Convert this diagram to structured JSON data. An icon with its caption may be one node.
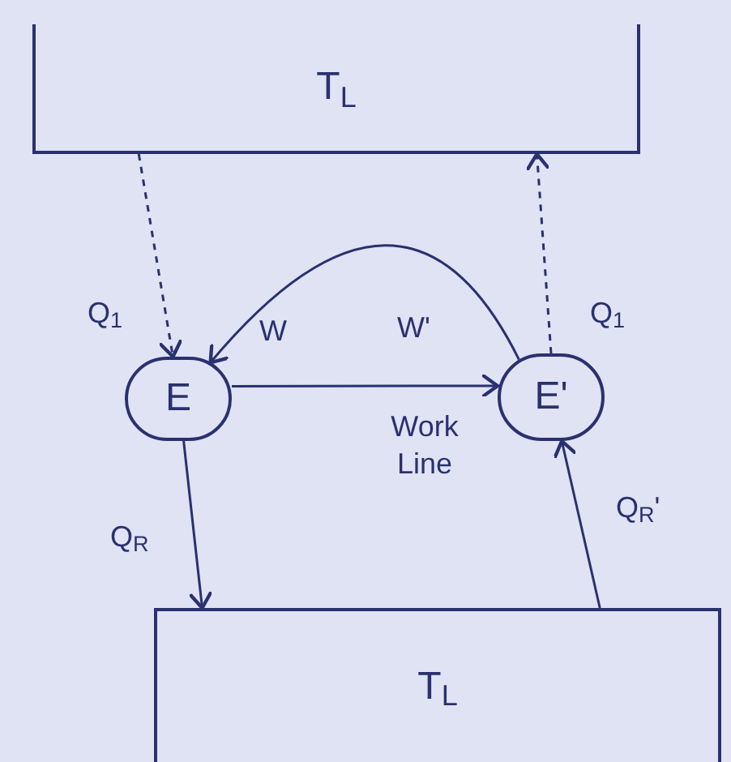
{
  "diagram": {
    "nodes": [
      {
        "text": [
          "T$_{L}$"
        ]
      },
      {
        "text": [
          "E"
        ]
      },
      {
        "text": [
          "E'"
        ]
      },
      {
        "text": [
          "T$_{L}$"
        ]
      }
    ],
    "edges": [
      {
        "from": 0,
        "to": 1,
        "arrow": "to",
        "style": "dashed",
        "label": "Q$_{1}$"
      },
      {
        "from": 2,
        "to": 0,
        "arrow": "to",
        "style": "dashed",
        "label": "Q$_{1}$"
      },
      {
        "from": 2,
        "to": 1,
        "arrow": "to"
      },
      {
        "from": 1,
        "to": 2,
        "arrow": "to",
        "label": "Work Line"
      },
      {
        "from": 1,
        "to": 3,
        "arrow": "to",
        "label": "Q$_{R}$"
      },
      {
        "from": 3,
        "to": 2,
        "arrow": "to",
        "label": "Q$_{R}$'"
      }
    ],
    "labels": [
      "W",
      "W'"
    ]
  }
}
